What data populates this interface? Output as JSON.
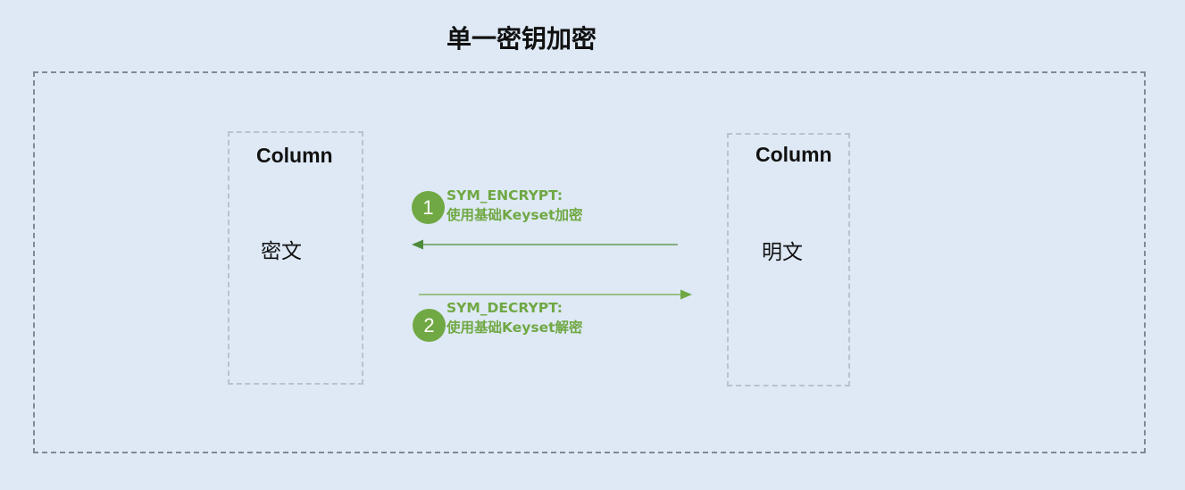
{
  "title": "单一密钥加密",
  "colors": {
    "background": "#dee9f5",
    "accent_green": "#70a844",
    "arrow_green": "#4f8a3a",
    "frame_gray": "#7f8a94",
    "box_gray": "#b9c3cc"
  },
  "left_column": {
    "header": "Column",
    "value": "密文"
  },
  "right_column": {
    "header": "Column",
    "value": "明文"
  },
  "steps": [
    {
      "number": "1",
      "function": "SYM_ENCRYPT:",
      "description": "使用基础Keyset加密",
      "direction": "right-to-left"
    },
    {
      "number": "2",
      "function": "SYM_DECRYPT:",
      "description": "使用基础Keyset解密",
      "direction": "left-to-right"
    }
  ]
}
